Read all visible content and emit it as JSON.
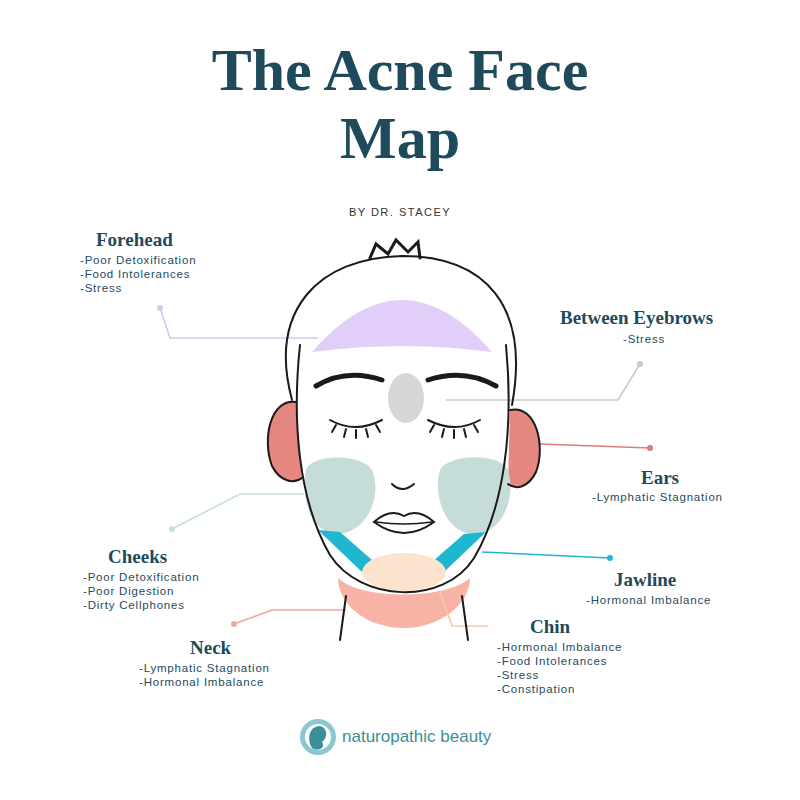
{
  "diagram": {
    "title": "The Acne Face Map",
    "labels": [
      "BY DR. STACEY",
      "Forehead",
      "-Poor Detoxification",
      "-Food Intolerances",
      "-Stress",
      "Between Eyebrows",
      "-Stress",
      "Ears",
      "-Lymphatic Stagnation",
      "Cheeks",
      "-Poor Detoxification",
      "-Poor Digestion",
      "-Dirty Cellphones",
      "Jawline",
      "-Hormonal Imbalance",
      "Chin",
      "-Hormonal Imbalance",
      "-Food Intolerances",
      "-Stress",
      "-Constipation",
      "Neck",
      "-Lymphatic Stagnation",
      "-Hormonal Imbalance",
      "naturopathic beauty"
    ]
  }
}
